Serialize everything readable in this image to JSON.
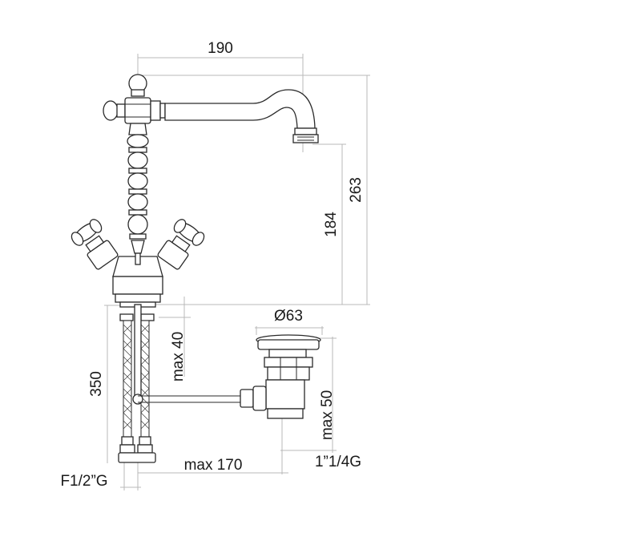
{
  "dimensions": {
    "width_spout": "190",
    "overall_height": "263",
    "spout_height": "184",
    "waste_diameter": "Ø63",
    "max_deck": "max 40",
    "hose_length": "350",
    "max_waste": "max 50",
    "max_reach": "max 170",
    "inlet_thread": "F1/2”G",
    "waste_thread": "1”1/4G"
  }
}
